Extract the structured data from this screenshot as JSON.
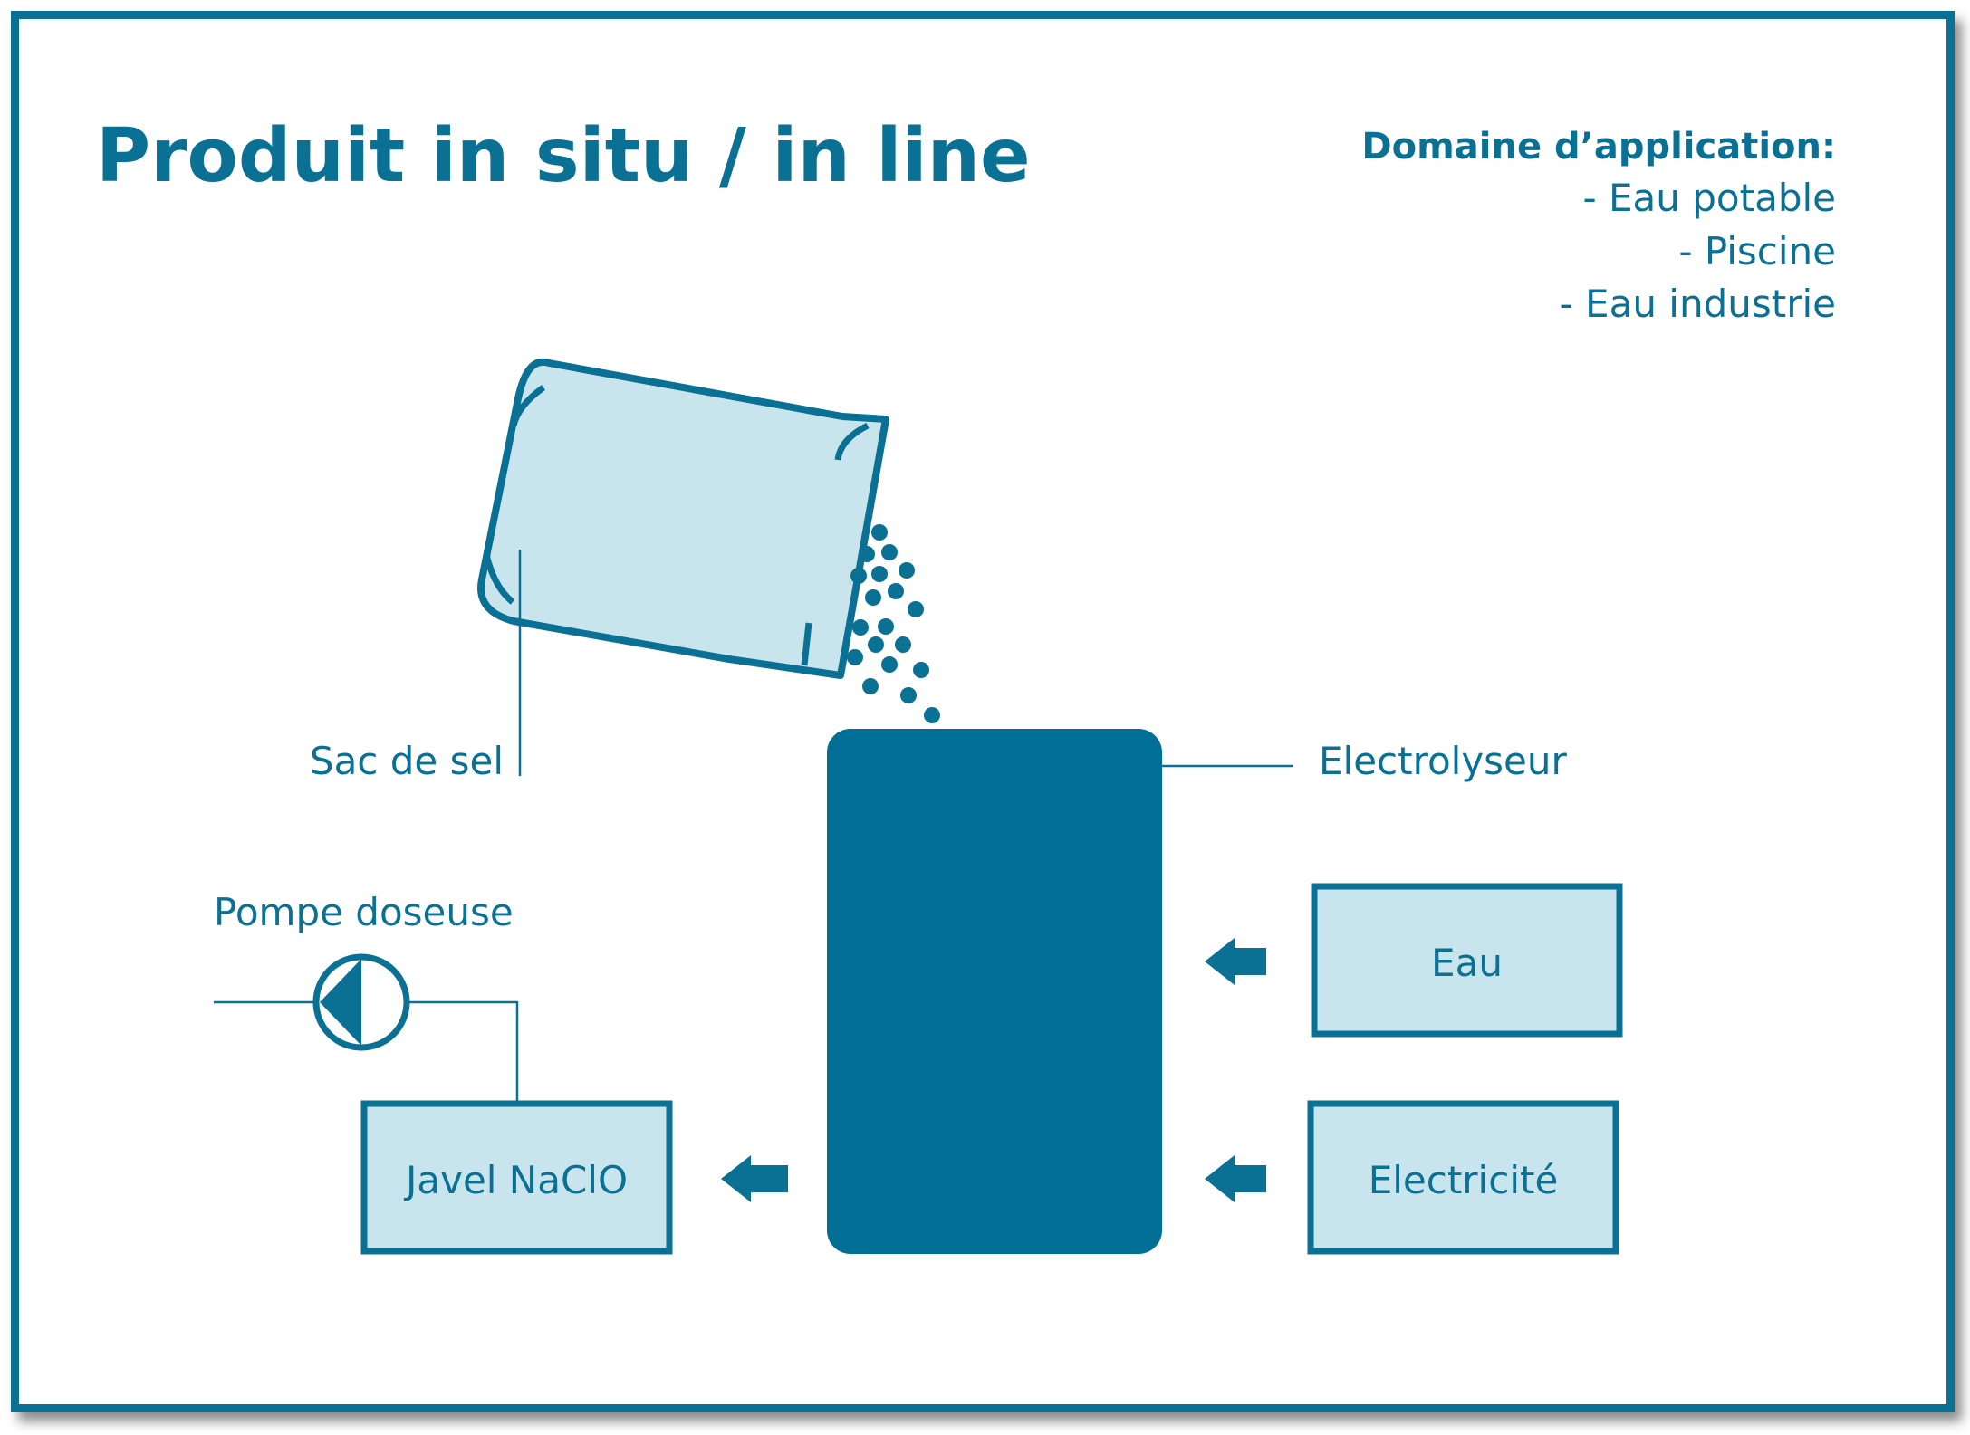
{
  "title": "Produit in situ / in line",
  "domain": {
    "heading": "Domaine d’application:",
    "items": [
      "- Eau potable",
      "- Piscine",
      "- Eau industrie"
    ]
  },
  "labels": {
    "salt_bag": "Sac de sel",
    "electrolyser": "Electrolyseur",
    "pump": "Pompe doseuse"
  },
  "boxes": {
    "water": "Eau",
    "electricity": "Electricité",
    "bleach": "Javel NaClO"
  },
  "colors": {
    "primary": "#0b7194",
    "tank": "#006e95",
    "light_fill": "#c8e4ed",
    "background": "#ffffff"
  },
  "icons": [
    "salt-bag-icon",
    "salt-grains-icon",
    "dosing-pump-icon",
    "arrow-left-icon"
  ]
}
